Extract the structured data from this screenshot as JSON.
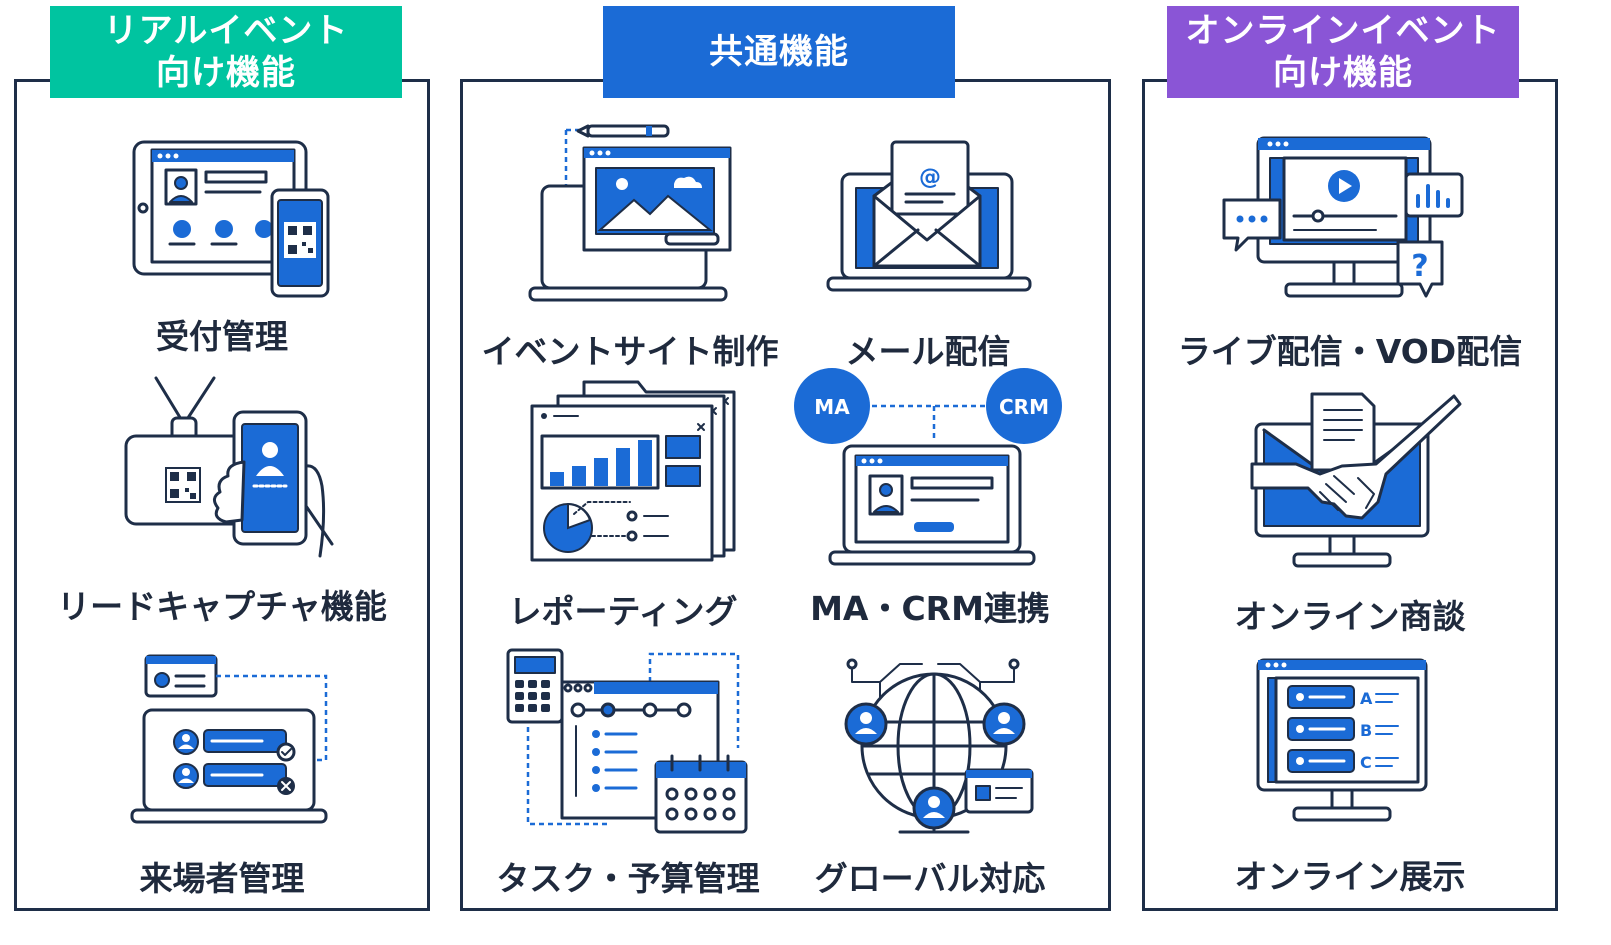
{
  "sections": {
    "real": {
      "title_line1": "リアルイベント",
      "title_line2": "向け機能",
      "color": "#00c4a0"
    },
    "common": {
      "title": "共通機能",
      "color": "#1b6bd6"
    },
    "online": {
      "title_line1": "オンラインイベント",
      "title_line2": "向け機能",
      "color": "#8a55d6"
    }
  },
  "features": {
    "reception": "受付管理",
    "lead_capture": "リードキャプチャ機能",
    "visitor": "来場者管理",
    "site": "イベントサイト制作",
    "mail": "メール配信",
    "reporting": "レポーティング",
    "ma_crm": "MA・CRM連携",
    "task": "タスク・予算管理",
    "global": "グローバル対応",
    "live": "ライブ配信・VOD配信",
    "meeting": "オンライン商談",
    "exhibit": "オンライン展示"
  },
  "badges": {
    "ma": "MA",
    "crm": "CRM"
  },
  "choices": {
    "a": "A",
    "b": "B",
    "c": "C"
  },
  "icons": {
    "reception": "tablet-phone-qr-icon",
    "lead_capture": "badge-phone-scan-icon",
    "visitor": "laptop-visitor-list-icon",
    "site": "laptop-website-edit-icon",
    "mail": "laptop-email-icon",
    "reporting": "report-windows-chart-icon",
    "ma_crm": "laptop-integration-icon",
    "task": "calculator-calendar-tasks-icon",
    "global": "globe-network-icon",
    "live": "monitor-video-chat-icon",
    "meeting": "monitor-handshake-icon",
    "exhibit": "monitor-quiz-list-icon"
  }
}
